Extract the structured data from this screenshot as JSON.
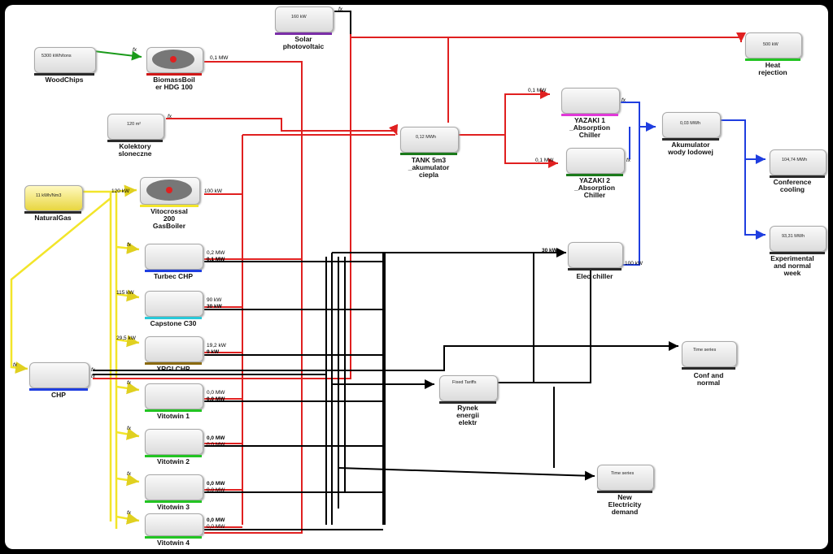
{
  "colors": {
    "heat": "#e02020",
    "cooling": "#1f3ee0",
    "electricity": "#000000",
    "fuel": "#f2e52a",
    "biomass": "#1a9a1a"
  },
  "fx": "fx",
  "nodes": {
    "woodchips": {
      "label": "WoodChips",
      "inner": "5300 kWh/tons",
      "icon": "woodchips-truck-icon",
      "bar": "#2a2a2a"
    },
    "biomass": {
      "label": "BiomassBoil\ner HDG 100",
      "icon": "boiler-icon",
      "bar": "#d01818"
    },
    "solarpv": {
      "label": "Solar\nphotovoltaic",
      "inner": "160 kW",
      "icon": "solar-panel-icon",
      "bar": "#7b2fa8"
    },
    "kolektory": {
      "label": "Kolektory\nsloneczne",
      "inner": "120 m²",
      "icon": "solar-collector-icon",
      "bar": "#2a2a2a"
    },
    "tank": {
      "label": "TANK 5m3\n_akumulator\nciepla",
      "inner": "0,12 MWh",
      "icon": "heat-storage-tank-icon",
      "bar": "#1a7a1a"
    },
    "yazaki1": {
      "label": "YAZAKI 1\n_Absorption\nChiller",
      "icon": "absorption-chiller-icon",
      "bar": "#e038d8"
    },
    "yazaki2": {
      "label": "YAZAKI 2\n_Absorption\nChiller",
      "icon": "absorption-chiller-icon",
      "bar": "#1a7a1a"
    },
    "heatrej": {
      "label": "Heat\nrejection",
      "inner": "500 kW",
      "icon": "heat-rejection-icon",
      "bar": "#22c422"
    },
    "akumulator": {
      "label": "Akumulator\nwody lodowej",
      "inner": "0,03 MWh",
      "icon": "ice-storage-icon",
      "bar": "#2a2a2a"
    },
    "conference": {
      "label": "Conference\ncooling",
      "inner": "104,74 MWh",
      "icon": "snowflake-icon",
      "bar": "#2a2a2a"
    },
    "experimental": {
      "label": "Experimental\nand normal\nweek",
      "inner": "93,31 MWh",
      "icon": "snowflake-icon",
      "bar": "#2a2a2a"
    },
    "naturalgas": {
      "label": "NaturalGas",
      "inner": "11 kWh/Nm3",
      "icon": "natural-gas-icon",
      "bar": "#2a2a2a"
    },
    "vitocrossal": {
      "label": "Vitocrossal\n200\nGasBoiler",
      "icon": "boiler-icon",
      "bar": "#f2e52a"
    },
    "turbec": {
      "label": "Turbec CHP",
      "icon": "chp-engine-icon",
      "bar": "#1f3ee0"
    },
    "capstone": {
      "label": "Capstone C30",
      "icon": "chp-engine-icon",
      "bar": "#28c8d8"
    },
    "xrgi": {
      "label": "XRGI CHP",
      "icon": "chp-engine-icon",
      "bar": "#8a6a10"
    },
    "chp": {
      "label": "CHP",
      "icon": "chp-engine-icon",
      "bar": "#1f3ee0"
    },
    "vitotwin1": {
      "label": "Vitotwin 1",
      "icon": "chp-engine-icon",
      "bar": "#22c422"
    },
    "vitotwin2": {
      "label": "Vitotwin 2",
      "icon": "chp-engine-icon",
      "bar": "#22c422"
    },
    "vitotwin3": {
      "label": "Vitotwin 3",
      "icon": "chp-engine-icon",
      "bar": "#22c422"
    },
    "vitotwin4": {
      "label": "Vitotwin 4",
      "icon": "chp-engine-icon",
      "bar": "#22c422"
    },
    "elecchiller": {
      "label": "Elec chiller",
      "icon": "electric-chiller-icon",
      "bar": "#2a2a2a"
    },
    "confnormal": {
      "label": "Conf and\nnormal",
      "inner": "Time series",
      "icon": "time-series-icon",
      "bar": "#2a2a2a"
    },
    "rynek": {
      "label": "Rynek\nenergii\nelektr",
      "inner": "Fixed Tariffs",
      "icon": "fixed-tariffs-icon",
      "bar": "#2a2a2a"
    },
    "newelec": {
      "label": "New\nElectricity\ndemand",
      "inner": "Time series",
      "icon": "time-series-icon",
      "bar": "#2a2a2a"
    }
  },
  "flows": {
    "biomass_out": "0,1 MW",
    "gas_out": "120 kW",
    "vitocrossal_out": "100 kW",
    "turbec_heat": "0,2 MW",
    "turbec_elec": "0,1 MW",
    "capstone_in": "115 kW",
    "capstone_heat": "90 kW",
    "capstone_elec": "30 kW",
    "xrgi_in": "29,5 kW",
    "xrgi_heat": "19,2 kW",
    "xrgi_elec": "9 kW",
    "vitotwin1_a": "0,0 MW",
    "vitotwin1_b": "0,0 MW",
    "vitotwin2_a": "0,0 MW",
    "vitotwin2_b": "0,0 MW",
    "vitotwin3_a": "0,0 MW",
    "vitotwin3_b": "0,0 MW",
    "vitotwin4_a": "0,0 MW",
    "vitotwin4_b": "0,0 MW",
    "yazaki1_in": "0,1 MW",
    "yazaki2_in": "0,1 MW",
    "elecchiller_in": "30 kW",
    "elecchiller_out": "100 kW"
  }
}
